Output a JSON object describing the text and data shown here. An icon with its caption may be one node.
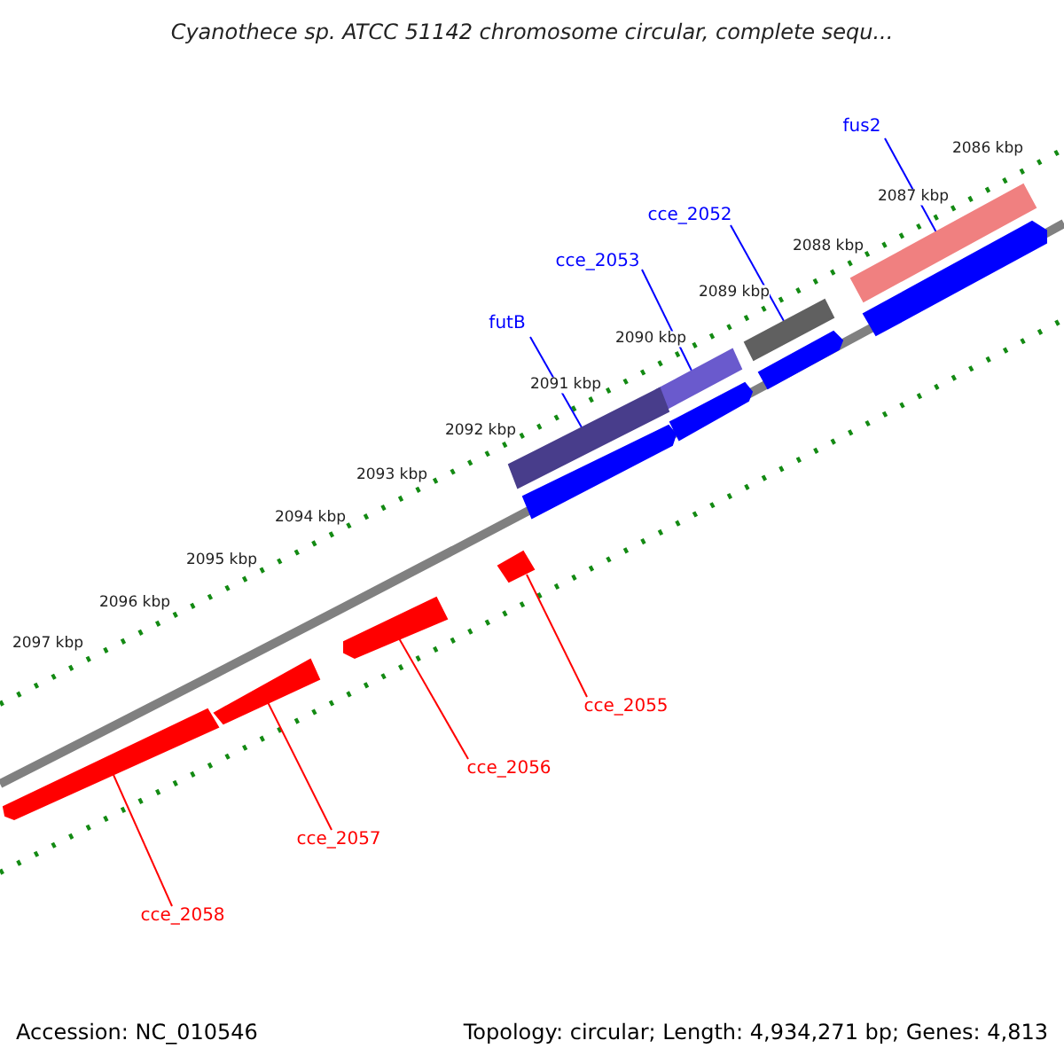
{
  "diagram": {
    "title": "Cyanothece sp. ATCC 51142 chromosome circular, complete sequ...",
    "nodes": [
      {
        "text": [
          "fus2"
        ]
      },
      {
        "text": [
          "cce_2052"
        ]
      },
      {
        "text": [
          "cce_2053"
        ]
      },
      {
        "text": [
          "futB"
        ]
      },
      {
        "text": [
          "cce_2055"
        ]
      },
      {
        "text": [
          "cce_2056"
        ]
      },
      {
        "text": [
          "cce_2057"
        ]
      },
      {
        "text": [
          "cce_2058"
        ]
      },
      {
        "text": [],
        "shape": "bar"
      },
      {
        "text": [],
        "shape": "bar"
      },
      {
        "text": [],
        "shape": "bar"
      },
      {
        "text": [],
        "shape": "bar"
      },
      {
        "text": [],
        "shape": "bar"
      },
      {
        "text": [],
        "shape": "bar"
      },
      {
        "text": [],
        "shape": "bar"
      },
      {
        "text": [],
        "shape": "bar"
      },
      {
        "text": [],
        "shape": "bar"
      },
      {
        "text": [],
        "shape": "bar"
      },
      {
        "text": [],
        "shape": "bar"
      },
      {
        "text": [],
        "shape": "bar"
      }
    ],
    "edges": [
      {
        "from": 0,
        "to": 8,
        "arrow": "none"
      },
      {
        "from": 1,
        "to": 9,
        "arrow": "none"
      },
      {
        "from": 2,
        "to": 10,
        "arrow": "none"
      },
      {
        "from": 3,
        "to": 11,
        "arrow": "none"
      },
      {
        "from": 4,
        "to": 12,
        "arrow": "none",
        "color": "#ff0000"
      },
      {
        "from": 5,
        "to": 13,
        "arrow": "none",
        "color": "#ff0000"
      },
      {
        "from": 6,
        "to": 14,
        "arrow": "none",
        "color": "#ff0000"
      },
      {
        "from": 7,
        "to": 15,
        "arrow": "none",
        "color": "#ff0000"
      }
    ],
    "labels": [
      "2086 kbp",
      "2087 kbp",
      "2088 kbp",
      "2089 kbp",
      "2090 kbp",
      "2091 kbp",
      "2092 kbp",
      "2093 kbp",
      "2094 kbp",
      "2095 kbp",
      "2096 kbp",
      "2097 kbp",
      "Accession: NC_010546",
      "Topology: circular; Length: 4,934,271 bp; Genes: 4,813"
    ]
  }
}
